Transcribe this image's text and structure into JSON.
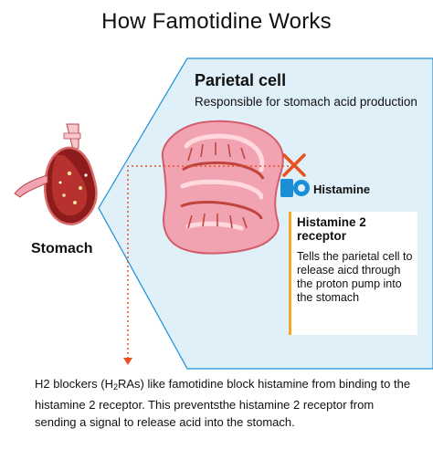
{
  "title": "How Famotidine Works",
  "cell": {
    "title": "Parietal cell",
    "description": "Responsible for stomach acid production"
  },
  "stomach_label": "Stomach",
  "histamine_label": "Histamine",
  "receptor": {
    "title_line1": "Histamine 2",
    "title_line2": "receptor",
    "description": "Tells the parietal cell to release aicd through the proton pump into the stomach"
  },
  "caption": {
    "part1": "H2 blockers (H",
    "sub": "2",
    "part2": "RAs) like famotidine block histamine from binding to the histamine 2 receptor. This preventsthe histamine 2 receptor from sending a signal to release acid into the stomach."
  },
  "colors": {
    "panel": "#dff0f8",
    "accent_blue": "#1a8fd6",
    "x_mark": "#e8501e",
    "arrow": "#e8501e",
    "receptor_border": "#f5a623",
    "cell_pink": "#f2a3b1",
    "cell_red": "#c0453f"
  }
}
